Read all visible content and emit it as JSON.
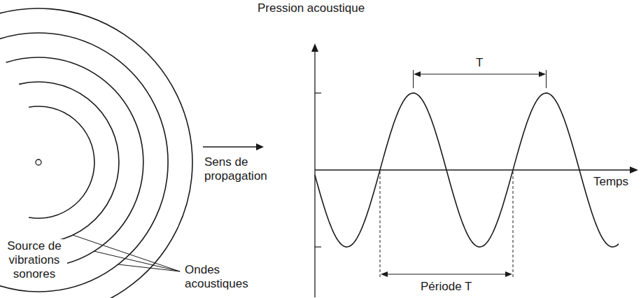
{
  "diagram": {
    "labels": [
      "Pression acoustique",
      "T",
      "Sens de propagation",
      "Temps",
      "Source de vibrations sonores",
      "Ondes acoustiques",
      "Période T"
    ]
  }
}
